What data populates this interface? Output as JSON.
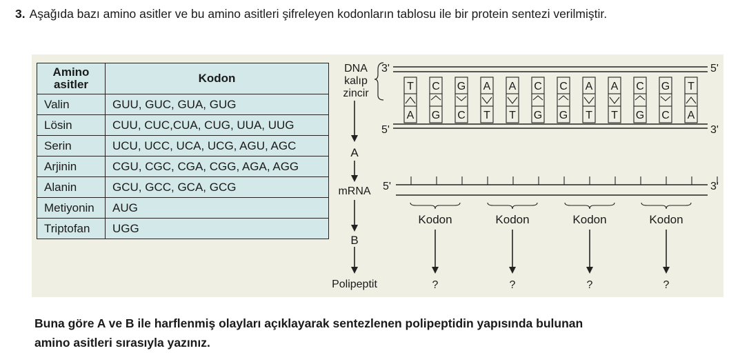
{
  "question": {
    "number": "3.",
    "text": "Aşağıda bazı amino asitler ve bu amino asitleri şifreleyen kodonların tablosu ile bir protein sentezi verilmiştir."
  },
  "table": {
    "header_aa_line1": "Amino",
    "header_aa_line2": "asitler",
    "header_codon": "Kodon",
    "rows": [
      {
        "aa": "Valin",
        "codons": "GUU, GUC, GUA, GUG"
      },
      {
        "aa": "Lösin",
        "codons": "CUU, CUC,CUA, CUG, UUA, UUG"
      },
      {
        "aa": "Serin",
        "codons": "UCU, UCC, UCA, UCG, AGU, AGC"
      },
      {
        "aa": "Arjinin",
        "codons": "CGU, CGC, CGA, CGG, AGA, AGG"
      },
      {
        "aa": "Alanin",
        "codons": "GCU, GCC, GCA, GCG"
      },
      {
        "aa": "Metiyonin",
        "codons": "AUG"
      },
      {
        "aa": "Triptofan",
        "codons": "UGG"
      }
    ]
  },
  "diagram": {
    "dna_label": [
      "DNA",
      "kalıp",
      "zincir"
    ],
    "prime3": "3'",
    "prime5": "5'",
    "template_bases": [
      "T",
      "C",
      "G",
      "A",
      "A",
      "C",
      "C",
      "A",
      "A",
      "C",
      "G",
      "T"
    ],
    "complement_bases": [
      "A",
      "G",
      "C",
      "T",
      "T",
      "G",
      "G",
      "T",
      "T",
      "G",
      "C",
      "A"
    ],
    "step_a": "A",
    "mrna_label": "mRNA",
    "step_b": "B",
    "polypeptide_label": "Polipeptit",
    "codon_label": "Kodon",
    "codon_count": 4,
    "unknown_mark": "?"
  },
  "bottom_text": {
    "line1": "Buna göre A ve B ile harflenmiş olayları açıklayarak sentezlenen polipeptidin yapısında bulunan",
    "line2": "amino asitleri sırasıyla yazınız."
  }
}
